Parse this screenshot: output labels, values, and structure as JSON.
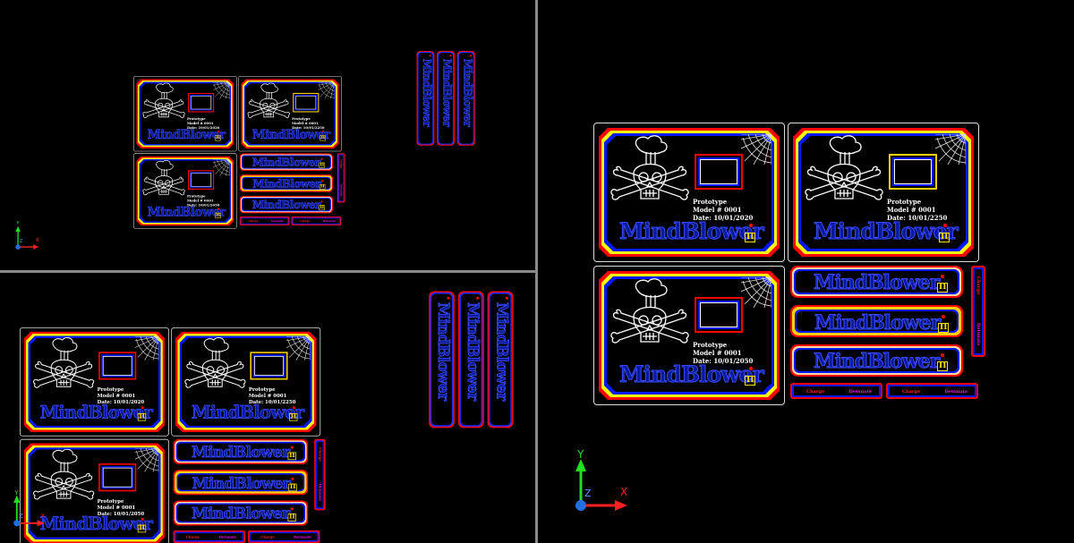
{
  "viewports": [
    {
      "id": "top-left",
      "scale": 0.54
    },
    {
      "id": "bottom-left",
      "scale": 0.78
    },
    {
      "id": "right",
      "scale": 1
    }
  ],
  "cards": [
    {
      "line1": "Prototype",
      "line2": "Model # 0001",
      "line3": "Date: 10/01/2020",
      "window": "red"
    },
    {
      "line1": "Prototype",
      "line2": "Model # 0001",
      "line3": "Date: 10/01/2250",
      "window": "yellow"
    },
    {
      "line1": "Prototype",
      "line2": "Model # 0001",
      "line3": "Date: 10/01/2050",
      "window": "red"
    }
  ],
  "brand": "MindBlower",
  "brand_mark": "II",
  "tabs": {
    "left": "Charge",
    "right": "Detonate"
  },
  "axes": {
    "x": "X",
    "y": "Y",
    "z": "Z"
  },
  "colors": {
    "red": "#ff0000",
    "yellow": "#ffd000",
    "blue": "#0018ff",
    "axis_x": "#ff2020",
    "axis_y": "#20e020",
    "axis_z": "#2080ff"
  }
}
